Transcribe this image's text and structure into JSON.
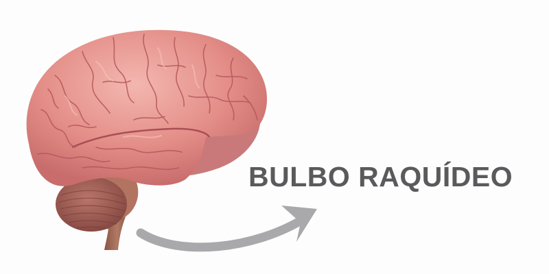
{
  "label": {
    "text": "BULBO RAQUÍDEO",
    "color": "#5a595c"
  },
  "illustration": {
    "subject": "brain-lateral-view",
    "colors": {
      "cortex": "#e5908a",
      "cortex_highlight": "#f2b3ad",
      "sulci": "#b4565a",
      "cerebellum": "#a36257",
      "brainstem": "#9c6450",
      "arrow": "#a9a8aa",
      "background": "#fdfdfd"
    }
  },
  "arrow": {
    "direction": "from brainstem to label",
    "color": "#a9a8aa"
  }
}
